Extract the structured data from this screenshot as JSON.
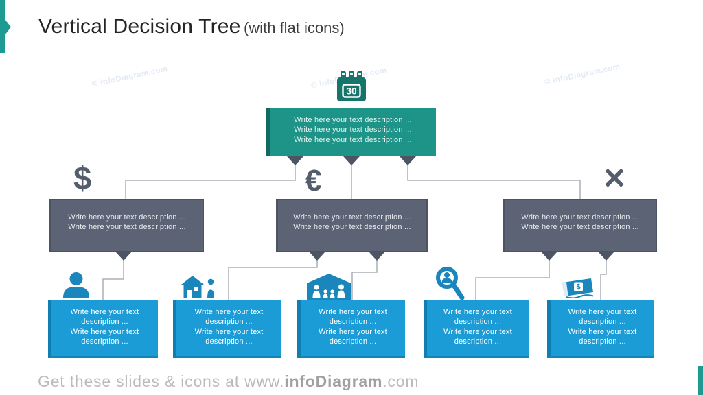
{
  "slide": {
    "title": "Vertical Decision Tree",
    "subtitle": "(with flat icons)",
    "watermark": "© infoDiagram.com",
    "footer": {
      "prefix": "Get these slides & icons at www.",
      "brand": "infoDiagram",
      "suffix": ".com"
    }
  },
  "colors": {
    "teal_box": "#1E9387",
    "teal_box_edge": "#11695F",
    "gray_box": "#5C6374",
    "gray_box_edge": "#4C5363",
    "blue_box": "#1B9CD6",
    "blue_box_edge": "#0F7FB2",
    "icon_blue": "#1A86BB",
    "icon_gray": "#535D6C",
    "calendar_teal": "#15756C",
    "connector_line": "#ABAFB7",
    "connector_arrow": "#4D5564",
    "accent_teal": "#1D9A91",
    "watermark_color": "#E4EAF4"
  },
  "tree": {
    "root": {
      "icon": "calendar-30-icon",
      "calendar_day": "30",
      "lines": [
        "Write here your text description ...",
        "Write here your text description ...",
        "Write here your text description ..."
      ]
    },
    "level2": [
      {
        "icon": "dollar-icon",
        "glyph": "$",
        "lines": [
          "Write here your text description ...",
          "Write here your text description ..."
        ]
      },
      {
        "icon": "euro-icon",
        "glyph": "€",
        "lines": [
          "Write here your text description ...",
          "Write here your text description ..."
        ]
      },
      {
        "icon": "close-icon",
        "glyph": "✕",
        "lines": [
          "Write here your text description ...",
          "Write here your text description ..."
        ]
      }
    ],
    "level3": [
      {
        "icon": "person-icon",
        "lines": [
          "Write here your text",
          "description ...",
          "Write here your text",
          "description ..."
        ]
      },
      {
        "icon": "house-person-icon",
        "lines": [
          "Write here your text",
          "description ...",
          "Write here your text",
          "description ..."
        ]
      },
      {
        "icon": "family-icon",
        "lines": [
          "Write here your text",
          "description ...",
          "Write here your text",
          "description ..."
        ]
      },
      {
        "icon": "search-person-icon",
        "lines": [
          "Write here your text",
          "description ...",
          "Write here your text",
          "description ..."
        ]
      },
      {
        "icon": "money-banner-icon",
        "lines": [
          "Write here your text",
          "description ...",
          "Write here your text",
          "description ..."
        ]
      }
    ]
  }
}
